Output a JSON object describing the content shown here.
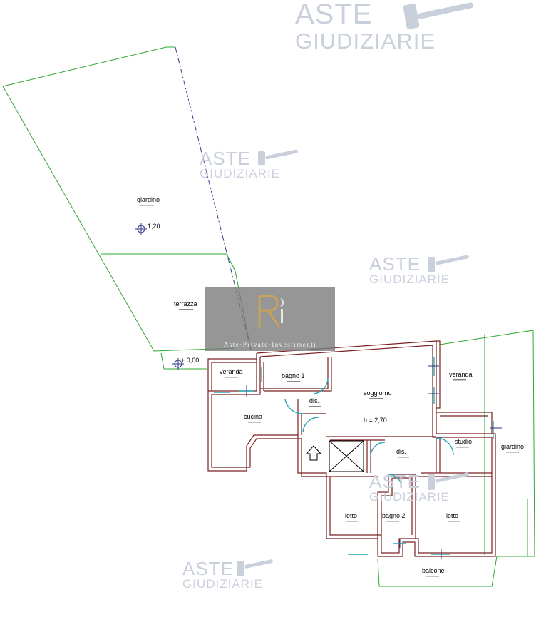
{
  "watermark": {
    "line1": "ASTE",
    "line2": "GIUDIZIARIE"
  },
  "logo": {
    "text": "Aste·Private·Investimenti",
    "colors": {
      "box": "#7a7a7a",
      "mark": "#c9a25a"
    }
  },
  "rooms": {
    "giardino_top": "giardino",
    "terrazza": "terrazza",
    "veranda_left": "veranda",
    "bagno1": "bagno 1",
    "soggiorno": "soggiorno",
    "height_label": "h = 2,70",
    "veranda_right": "veranda",
    "cucina": "cucina",
    "dis_top": "dis.",
    "dis_mid": "dis.",
    "studio": "studio",
    "giardino_right": "giardino",
    "letto_left": "letto",
    "bagno2": "bagno 2",
    "letto_right": "letto",
    "balcone": "balcone"
  },
  "levels": {
    "garden": "1,20",
    "terrace": "+ 0,00"
  },
  "colors": {
    "wall": "#7a2020",
    "outdoor": "#2fa82f",
    "door": "#2aa7b5",
    "dashed": "#2b3a8a"
  }
}
